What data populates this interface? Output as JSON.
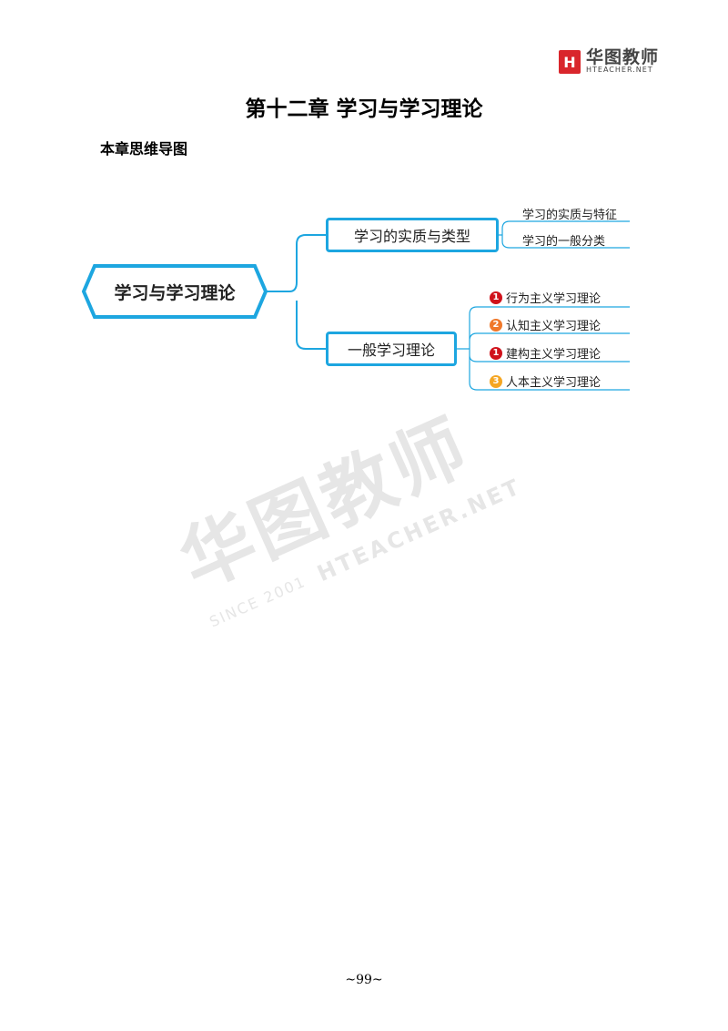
{
  "header": {
    "logo_mark": "H",
    "logo_name": "华图教师",
    "logo_sub": "HTEACHER.NET"
  },
  "title": "第十二章 学习与学习理论",
  "subtitle": "本章思维导图",
  "watermark": {
    "main": "华图教师",
    "en": "HTEACHER.NET",
    "since": "SINCE 2001"
  },
  "mindmap": {
    "root": "学习与学习理论",
    "branches": [
      {
        "label": "学习的实质与类型",
        "children": [
          {
            "label": "学习的实质与特征"
          },
          {
            "label": "学习的一般分类"
          }
        ]
      },
      {
        "label": "一般学习理论",
        "children": [
          {
            "badge": "1",
            "badge_color": "#d0121b",
            "label": "行为主义学习理论"
          },
          {
            "badge": "2",
            "badge_color": "#f0782a",
            "label": "认知主义学习理论"
          },
          {
            "badge": "1",
            "badge_color": "#d0121b",
            "label": "建构主义学习理论"
          },
          {
            "badge": "3",
            "badge_color": "#f5a623",
            "label": "人本主义学习理论"
          }
        ]
      }
    ],
    "line_color": "#1da6e0"
  },
  "footer": {
    "page_number": "~99~"
  }
}
